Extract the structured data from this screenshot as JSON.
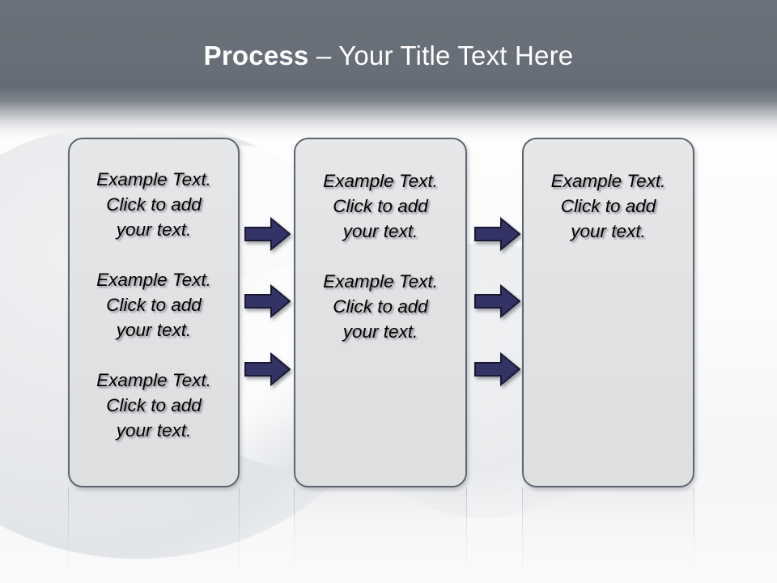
{
  "slide": {
    "title_bold": "Process",
    "title_rest": " – Your Title Text Here",
    "colors": {
      "header_band": "#676e77",
      "title_text": "#ffffff",
      "box_fill": "#e2e3e4",
      "box_border": "#5d6670",
      "arrow_fill": "#333366",
      "arrow_outline": "#191933",
      "body_text": "#000000"
    }
  },
  "boxes": [
    {
      "id": "box-1",
      "texts": [
        "Example Text.\nClick  to add\nyour text.",
        "Example Text.\nClick  to add\nyour text.",
        "Example Text.\nClick  to add\nyour text."
      ]
    },
    {
      "id": "box-2",
      "texts": [
        "Example Text.\nClick  to add\nyour text.",
        "Example Text.\nClick  to add\nyour text."
      ]
    },
    {
      "id": "box-3",
      "texts": [
        "Example Text.\nClick  to add\nyour text."
      ]
    }
  ],
  "arrows": {
    "label": "right-arrow",
    "columns": [
      {
        "id": "arrow-column-1",
        "count": 3
      },
      {
        "id": "arrow-column-2",
        "count": 3
      }
    ]
  }
}
